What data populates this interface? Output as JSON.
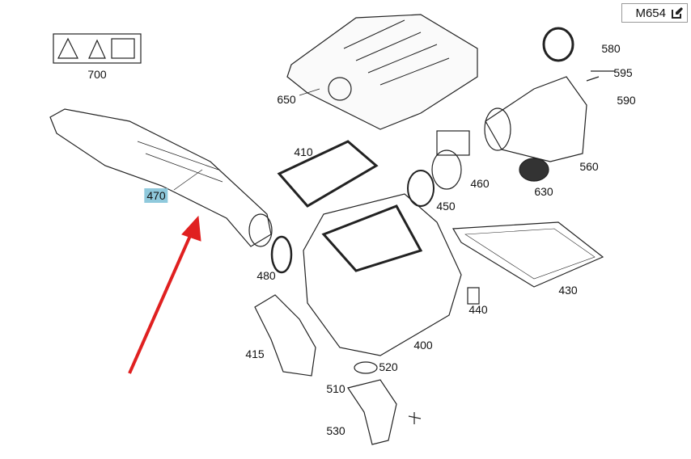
{
  "model_badge": {
    "label": "M654",
    "icon": "edit-icon"
  },
  "callouts": [
    "700",
    "650",
    "580",
    "595",
    "590",
    "410",
    "460",
    "560",
    "630",
    "450",
    "470",
    "480",
    "430",
    "440",
    "415",
    "400",
    "520",
    "510",
    "530"
  ],
  "highlighted_part": "470",
  "colors": {
    "highlight": "#8fc9dc",
    "arrow": "#e02020",
    "line": "#222222"
  }
}
